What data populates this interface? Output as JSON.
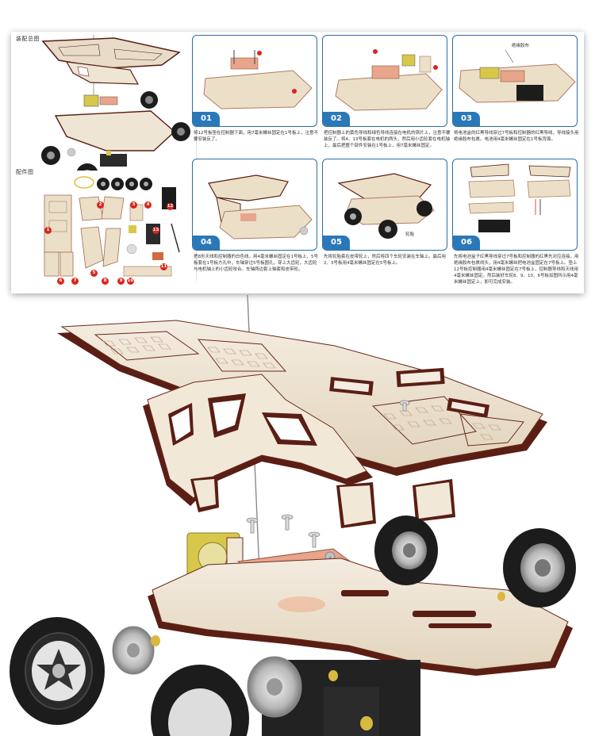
{
  "sheet": {
    "overview_label": "装配总图",
    "parts_label": "配件图",
    "steps": [
      {
        "num": "01",
        "text": "将12号板垫在控制器下面，用7毫米螺丝固定在1号板上，注意不要安装反了。"
      },
      {
        "num": "02",
        "text": "把控制器上的黄色导线和绿色导线连接在电机的铜片上，注意不要装反了。将4、13号板套在电机的两头，然后用小齿轮套在电机轴上，最后把整个部件安装在1号板上，用7毫米螺丝固定。"
      },
      {
        "num": "03",
        "text": "将电池盒的红黑导线穿过7号板和控制器的红黑导线，导线接头用绝缘胶布包裹。电池用4毫米螺丝固定在1号板背面。"
      },
      {
        "num": "04",
        "text": "把8形天线和控制器的白色线，用4毫米螺丝固定在1号板上，5号板套在1号板方孔中，车轴穿过5号板圆孔，穿上大齿轮，大齿轮与电机轴上的小齿轮咬合。车轴两边套上轴套和皮带轮。"
      },
      {
        "num": "05",
        "text": "先将轮胎套在皮带轮上，然后将四个车轮安装在车轴上。最后用2、3号板用4毫米螺丝固定在5号板上。"
      },
      {
        "num": "06",
        "text": "先将电池盒子红黑导线穿过7号板和控制器的红黑先对应连接，用绝缘胶布包裹线头，用4毫米螺丝把电池盒固定在7号板上。垫上12号板控制器用4毫米螺丝固定在7号板上，控制器导线和天线用4毫米螺丝固定。然后装好车轮8、9、10、6号板如图所示用4毫米螺丝固定上，即可完成安装。"
      }
    ],
    "step03_tag": "绝缘胶布",
    "step05_tag": "轮胎",
    "part_numbers": [
      "1",
      "2",
      "3",
      "4",
      "5",
      "6",
      "7",
      "8",
      "9",
      "10",
      "11",
      "12",
      "13"
    ]
  },
  "colors": {
    "accent_blue": "#2a78b8",
    "panel_border": "#2a6fa8",
    "wood": "#e8dcc8",
    "wood_edge": "#5a1e14",
    "marker_red": "#d9261c",
    "pcb": "#e9a48c",
    "motor_yellow": "#d8c84a",
    "tire": "#1c1c1c"
  }
}
